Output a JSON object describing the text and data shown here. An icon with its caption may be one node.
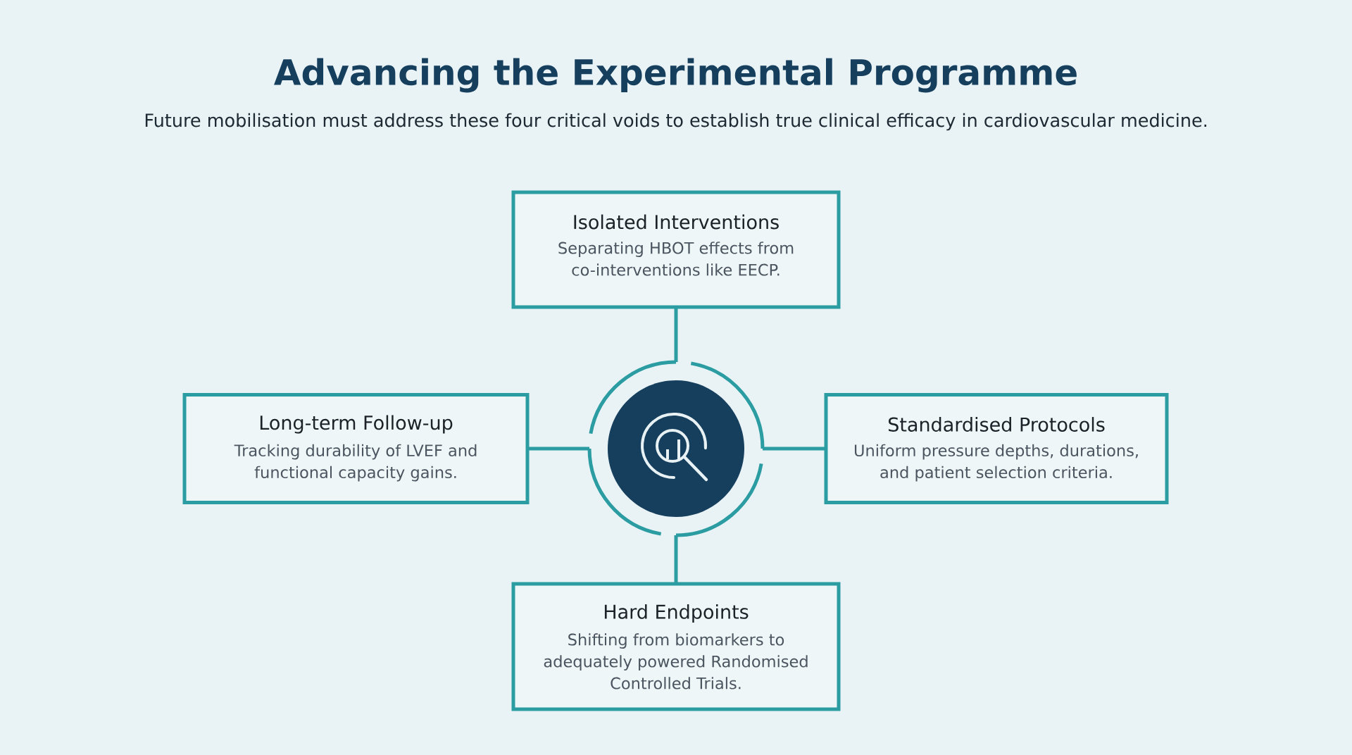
{
  "diagram": {
    "title": "Advancing the Experimental Programme",
    "nodes": [
      {
        "text": [
          "Isolated Interventions",
          "Separating HBOT effects from co-interventions like EECP."
        ]
      },
      {
        "text": [
          "Long-term Follow-up",
          "Tracking durability of LVEF and functional capacity gains."
        ]
      },
      {
        "text": [],
        "shape": "circle"
      },
      {
        "text": [
          "Standardised Protocols",
          "Uniform pressure depths, durations, and patient selection criteria."
        ]
      },
      {
        "text": [
          "Hard Endpoints",
          "Shifting from biomarkers to adequately powered Randomised Controlled Trials."
        ]
      }
    ],
    "edges": [
      {
        "from": 2,
        "to": 0,
        "arrow": "none"
      },
      {
        "from": 2,
        "to": 1,
        "arrow": "none"
      },
      {
        "from": 2,
        "to": 3,
        "arrow": "none"
      },
      {
        "from": 2,
        "to": 4,
        "arrow": "none"
      }
    ],
    "labels": [
      "Future mobilisation must address these four critical voids to establish true clinical efficacy in cardiovascular medicine."
    ]
  }
}
